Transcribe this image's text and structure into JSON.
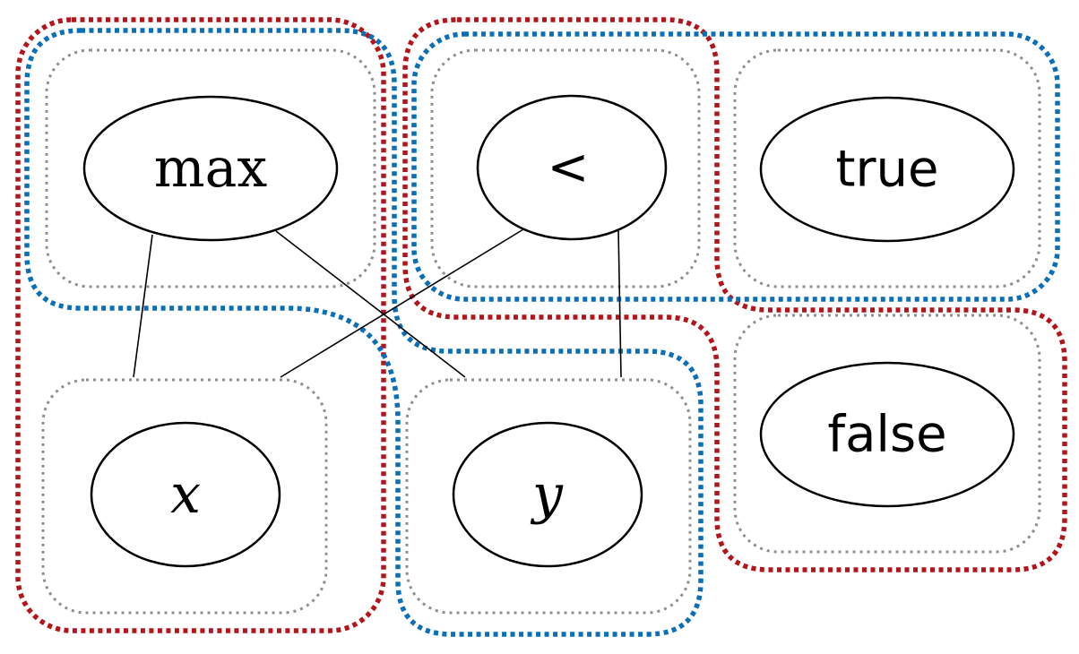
{
  "diagram": {
    "nodes": {
      "max": "max",
      "lt": "<",
      "true": "true",
      "false": "false",
      "x": "x",
      "y": "y"
    },
    "colors": {
      "node_stroke": "#000000",
      "gray_boundary": "#8f8f8f",
      "blue_boundary": "#0b6fb8",
      "red_boundary": "#b3151a"
    }
  }
}
